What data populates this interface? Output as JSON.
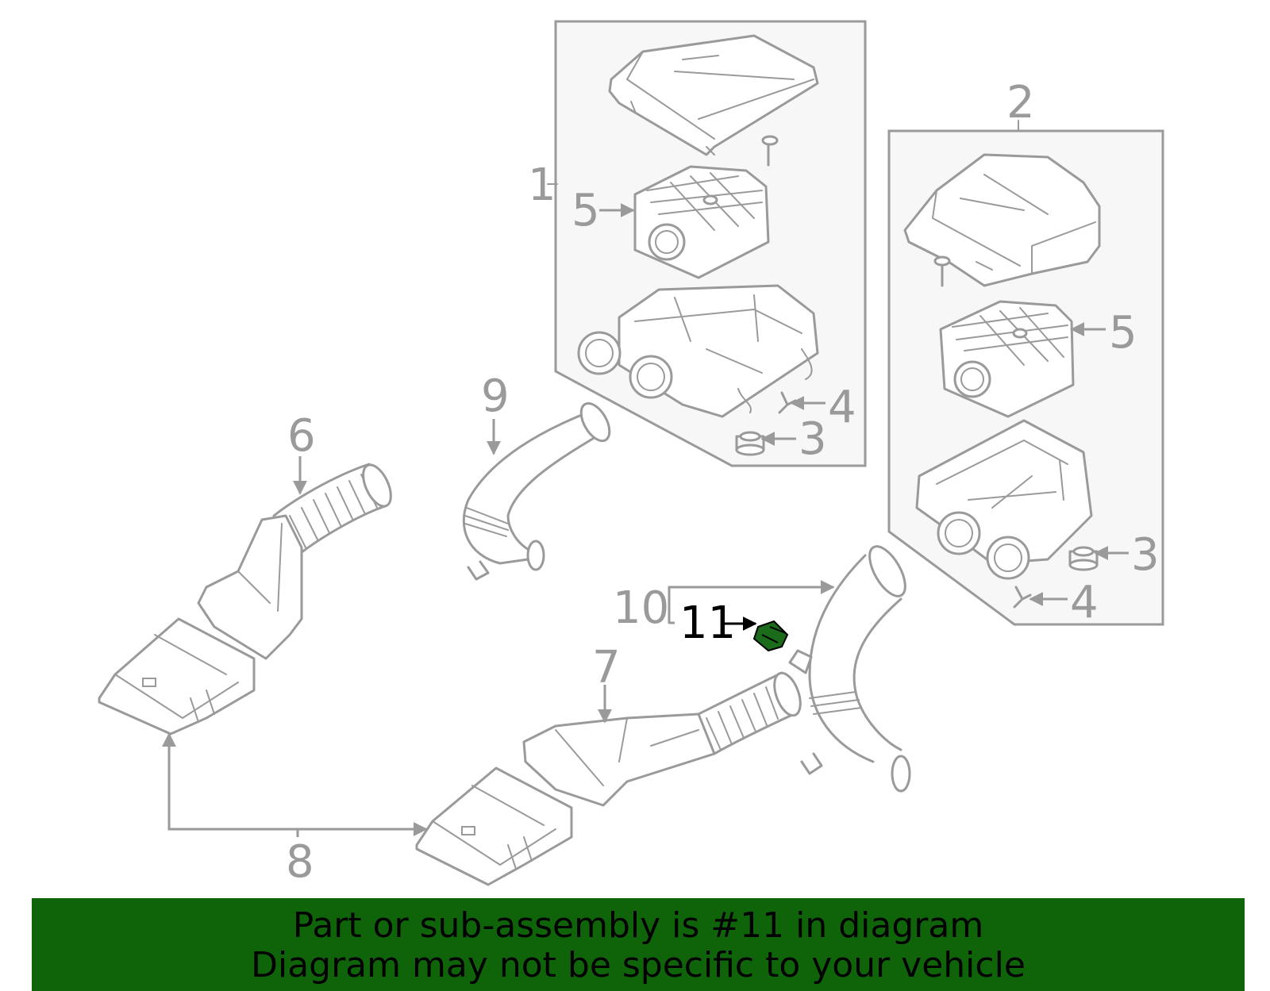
{
  "colors": {
    "line": "#9a9a9a",
    "panel": "#f7f7f7",
    "highlight": "#1a6b1a",
    "banner": "#0f640a",
    "highlight_label": "#000000"
  },
  "callouts": {
    "c1": "1",
    "c2": "2",
    "c3a": "3",
    "c3b": "3",
    "c4a": "4",
    "c4b": "4",
    "c5a": "5",
    "c5b": "5",
    "c6": "6",
    "c7": "7",
    "c8": "8",
    "c9": "9",
    "c10": "10",
    "c11": "11"
  },
  "banner": {
    "line1": "Part or sub-assembly is #11 in diagram",
    "line2": "Diagram may not be specific to your vehicle"
  }
}
